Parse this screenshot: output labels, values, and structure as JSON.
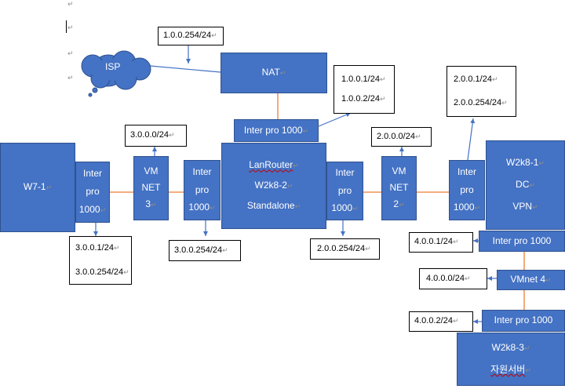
{
  "colors": {
    "box_fill": "#4472c4",
    "box_border": "#2f528f",
    "link_line": "#ed7d31",
    "arrow": "#4472c4",
    "spell_underline": "#c00000"
  },
  "paragraph_marks": [
    "↵",
    "↵",
    "↵",
    "↵"
  ],
  "mark": "↵",
  "isp": {
    "label": "ISP"
  },
  "nat": {
    "label": "NAT"
  },
  "nat_ip": {
    "line1": "1.0.0.254/24"
  },
  "w7": {
    "label": "W7-1"
  },
  "w7_nic": {
    "line1": "Inter",
    "line2": "pro",
    "line3": "1000"
  },
  "w7_ip": {
    "line1": "3.0.0.1/24",
    "line2": "3.0.0.254/24"
  },
  "vmnet3": {
    "line1": "VM",
    "line2": "NET",
    "line3": "3"
  },
  "vmnet3_ip": {
    "line1": "3.0.0.0/24"
  },
  "lan_nic_left": {
    "line1": "Inter",
    "line2": "pro",
    "line3": "1000"
  },
  "lan_nic_left_ip": {
    "line1": "3.0.0.254/24"
  },
  "lan_nic_top": {
    "label": "Inter pro 1000"
  },
  "lan_nic_top_ip": {
    "line1": "1.0.0.1/24",
    "line2": "1.0.0.2/24"
  },
  "lanrouter": {
    "line1": "LanRouter",
    "line2": "W2k8-2",
    "line3": "Standalone"
  },
  "lan_nic_right": {
    "line1": "Inter",
    "line2": "pro",
    "line3": "1000"
  },
  "lan_nic_right_ip": {
    "line1": "2.0.0.254/24"
  },
  "vmnet2": {
    "line1": "VM",
    "line2": "NET",
    "line3": "2"
  },
  "vmnet2_ip": {
    "line1": "2.0.0.0/24"
  },
  "dc_nic_left": {
    "line1": "Inter",
    "line2": "pro",
    "line3": "1000"
  },
  "dc_nic_left_ip": {
    "line1": "2.0.0.1/24",
    "line2": "2.0.0.254/24"
  },
  "dc": {
    "line1": "W2k8-1",
    "line2": "DC",
    "line3": "VPN"
  },
  "dc_nic_bottom": {
    "label": "Inter pro 1000"
  },
  "dc_nic_bottom_ip": {
    "line1": "4.0.0.1/24"
  },
  "vmnet4": {
    "label": "VMnet 4"
  },
  "vmnet4_ip": {
    "line1": "4.0.0.0/24"
  },
  "srv_nic": {
    "label": "Inter pro 1000"
  },
  "srv_nic_ip": {
    "line1": "4.0.0.2/24"
  },
  "w2k8_3": {
    "line1": "W2k8-3",
    "line2": "자원서버"
  }
}
